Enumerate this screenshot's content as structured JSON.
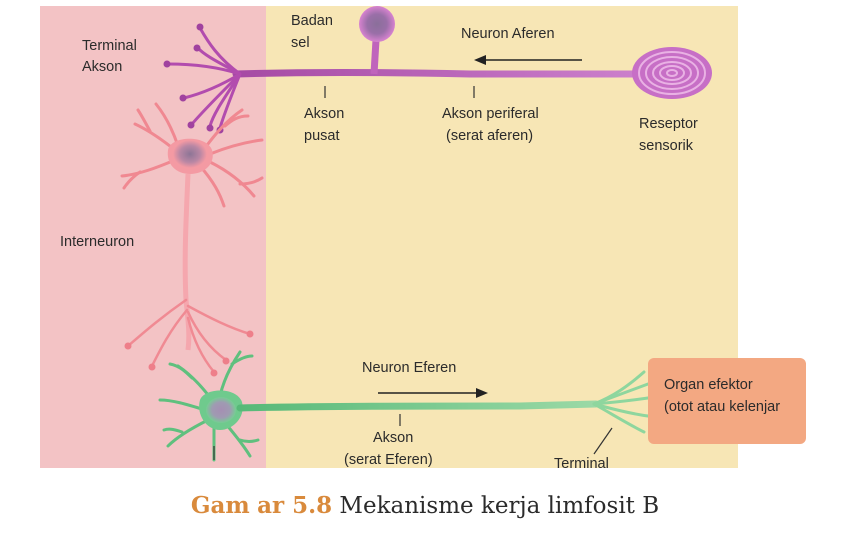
{
  "diagram": {
    "labels": {
      "badan_sel_1": "Badan",
      "badan_sel_2": "sel",
      "neuron_aferen": "Neuron Aferen",
      "terminal_akson_1": "Terminal",
      "terminal_akson_2": "Akson",
      "akson_pusat_1": "Akson",
      "akson_pusat_2": "pusat",
      "akson_perifer_1": "Akson periferal",
      "akson_perifer_2": "(serat aferen)",
      "reseptor_1": "Reseptor",
      "reseptor_2": "sensorik",
      "interneuron": "Interneuron",
      "neuron_eferen": "Neuron Eferen",
      "akson_eferen_1": "Akson",
      "akson_eferen_2": "(serat Eferen)",
      "terminal": "Terminal",
      "organ_1": "Organ efektor",
      "organ_2": "(otot atau kelenjar"
    },
    "colors": {
      "pink_region": "#f3c3c5",
      "cream_region": "#f7e6b5",
      "sensory_neuron": "#b64fb0",
      "interneuron": "#f28a94",
      "motor_neuron": "#6cc88a",
      "effector_organ": "#f2a97e"
    }
  },
  "caption": {
    "prefix": "Gam",
    "suffix": "ar 5.8",
    "text": "Mekanisme kerja limfosit B"
  }
}
